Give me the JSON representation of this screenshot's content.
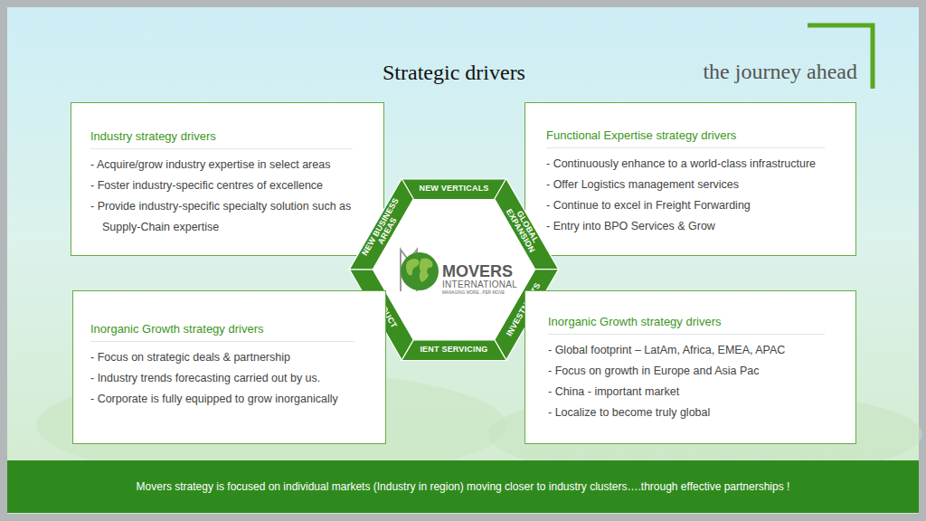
{
  "diagram": {
    "title": "Strategic drivers",
    "nodes": [
      {
        "text": [
          "Industry strategy drivers",
          "- Acquire/grow industry expertise in select areas",
          "- Foster industry-specific centres of excellence",
          "- Provide industry-specific specialty solution such as Supply-Chain expertise"
        ]
      },
      {
        "text": [
          "Functional Expertise strategy drivers",
          "- Continuously enhance to a world-class infrastructure",
          "- Offer Logistics management services",
          "- Continue to excel in Freight Forwarding",
          "- Entry into BPO Services & Grow"
        ]
      },
      {
        "text": [
          "NEW VERTICALS"
        ]
      },
      {
        "text": [
          "GLOBAL EXPANSION"
        ]
      },
      {
        "text": [
          "INVESTMENTS"
        ]
      },
      {
        "text": [
          "IENT SERVICING"
        ]
      },
      {
        "text": [
          "PRODUCT"
        ]
      },
      {
        "text": [
          "NEW BUSINESS AREAS"
        ]
      },
      {
        "text": [
          "MOVERS",
          "INTERNATIONAL",
          "MANAGING MORE...PER MOVE"
        ]
      },
      {
        "text": [
          "Inorganic Growth strategy drivers",
          "- Focus on strategic deals & partnership",
          "- Industry trends forecasting carried out by us.",
          "- Corporate is fully equipped to grow inorganically"
        ]
      },
      {
        "text": [
          "Inorganic Growth strategy drivers",
          "- Global footprint – LatAm, Africa, EMEA, APAC",
          "- Focus on growth in Europe and Asia Pac",
          "- China - important market",
          "- Localize to become truly global"
        ]
      },
      {
        "text": [
          "Movers strategy is focused on individual markets (Industry in region) moving closer to industry clusters….through effective partnerships !"
        ]
      }
    ],
    "labels": [
      "the journey ahead"
    ]
  }
}
